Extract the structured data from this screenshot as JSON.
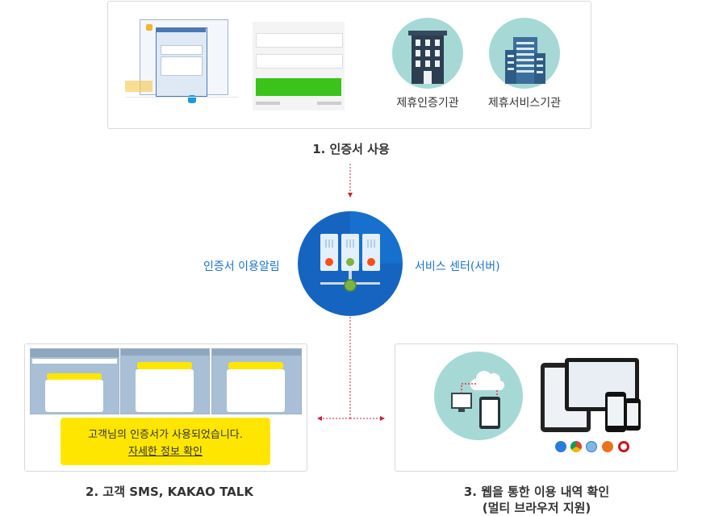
{
  "steps": {
    "step1": "1. 인증서 사용",
    "step2": "2. 고객 SMS, KAKAO TALK",
    "step3_line1": "3. 웹을 통한 이용 내역 확인",
    "step3_line2": "(멀티 브라우저 지원)"
  },
  "top": {
    "org1": "제휴인증기관",
    "org2": "제휴서비스기관"
  },
  "center": {
    "left_label": "인증서 이용알림",
    "right_label": "서비스 센터(서버)"
  },
  "sms": {
    "line1": "고객님의 인증서가 사용되었습니다.",
    "link": "자세한 정보 확인"
  },
  "colors": {
    "accent_blue": "#1a73c9",
    "teal": "#a6d9d6",
    "yellow": "#ffe600",
    "arrow": "#cc1f3a",
    "login_green": "#3cc31a"
  }
}
